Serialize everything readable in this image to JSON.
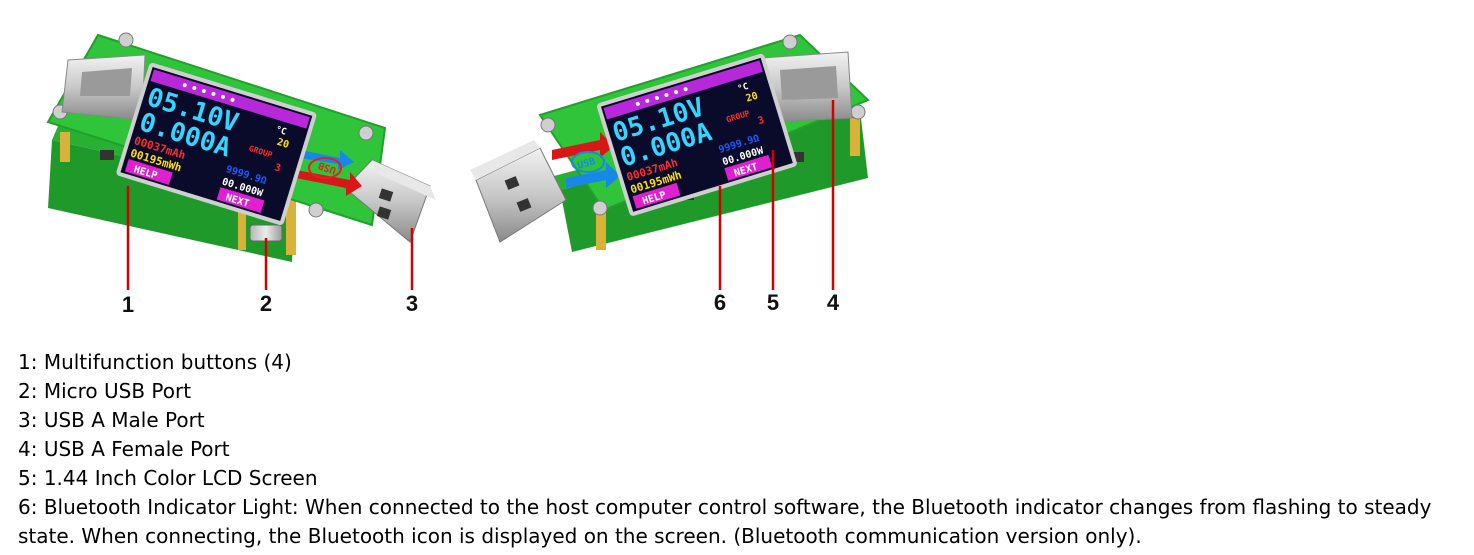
{
  "devices": {
    "left": {
      "voltage": "05.10V",
      "current": "0.000A",
      "capacity": "00037mAh",
      "energy": "00195mWh",
      "group_label": "GROUP",
      "group_num": "3",
      "temp_value": "20",
      "temp_unit": "°C",
      "resistance": "9999.9Ω",
      "power": "00.000W",
      "help_btn": "HELP",
      "next_btn": "NEXT",
      "logo": "USB"
    },
    "right": {
      "voltage": "05.10V",
      "current": "0.000A",
      "capacity": "00037mAh",
      "energy": "00195mWh",
      "group_label": "GROUP",
      "group_num": "3",
      "temp_value": "20",
      "temp_unit": "°C",
      "resistance": "9999.9Ω",
      "power": "00.000W",
      "help_btn": "HELP",
      "next_btn": "NEXT",
      "logo": "USB"
    }
  },
  "callouts": [
    "1",
    "2",
    "3",
    "6",
    "5",
    "4"
  ],
  "legend": [
    "1: Multifunction buttons (4)",
    "2: Micro USB Port",
    "3: USB A Male Port",
    "4: USB A Female Port",
    "5: 1.44 Inch Color LCD Screen",
    "6: Bluetooth Indicator Light: When connected to the host computer control software, the Bluetooth indicator changes from flashing to steady state. When connecting, the Bluetooth icon is displayed on the screen. (Bluetooth communication version only)."
  ],
  "colors": {
    "pcb_green": "#2fc43a",
    "pcb_dark": "#1f9a2a",
    "lcd_bg": "#0a0a2a",
    "leader_red": "#d40000",
    "voltage_cyan": "#33d6ff",
    "capacity_red": "#ff2d2d",
    "energy_yellow": "#ffe000",
    "button_magenta": "#e020d0"
  }
}
